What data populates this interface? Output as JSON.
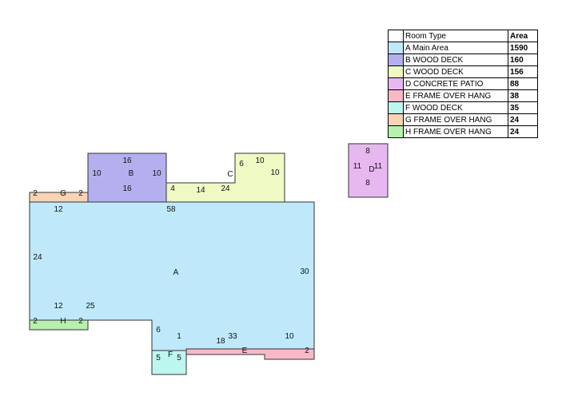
{
  "legend": {
    "header": {
      "type": "Room Type",
      "area": "Area"
    },
    "rows": [
      {
        "label": "A Main Area",
        "area": "1590",
        "color": "#bfe9fb"
      },
      {
        "label": "B WOOD DECK",
        "area": "160",
        "color": "#b4b0f0"
      },
      {
        "label": "C WOOD DECK",
        "area": "156",
        "color": "#eef9c4"
      },
      {
        "label": "D CONCRETE PATIO",
        "area": "88",
        "color": "#e7b8f0"
      },
      {
        "label": "E FRAME OVER HANG",
        "area": "38",
        "color": "#f8b8c8"
      },
      {
        "label": "F WOOD DECK",
        "area": "35",
        "color": "#bdf6ef"
      },
      {
        "label": "G FRAME OVER HANG",
        "area": "24",
        "color": "#f8d4b4"
      },
      {
        "label": "H FRAME OVER HANG",
        "area": "24",
        "color": "#b8f0b0"
      }
    ]
  },
  "rooms": {
    "A": {
      "letter": "A",
      "dims": [
        "12",
        "58",
        "24",
        "30",
        "12",
        "25",
        "6",
        "1",
        "18",
        "33",
        "10"
      ]
    },
    "B": {
      "letter": "B",
      "dims": [
        "16",
        "10",
        "10",
        "16"
      ]
    },
    "C": {
      "letter": "C",
      "dims": [
        "6",
        "10",
        "10",
        "4",
        "14",
        "24"
      ]
    },
    "D": {
      "letter": "D",
      "dims": [
        "8",
        "11",
        "11",
        "8"
      ]
    },
    "E": {
      "letter": "E",
      "dims": [
        "2"
      ]
    },
    "F": {
      "letter": "F",
      "dims": [
        "5",
        "5"
      ]
    },
    "G": {
      "letter": "G",
      "dims": [
        "2",
        "2"
      ]
    },
    "H": {
      "letter": "H",
      "dims": [
        "2",
        "2"
      ]
    }
  }
}
